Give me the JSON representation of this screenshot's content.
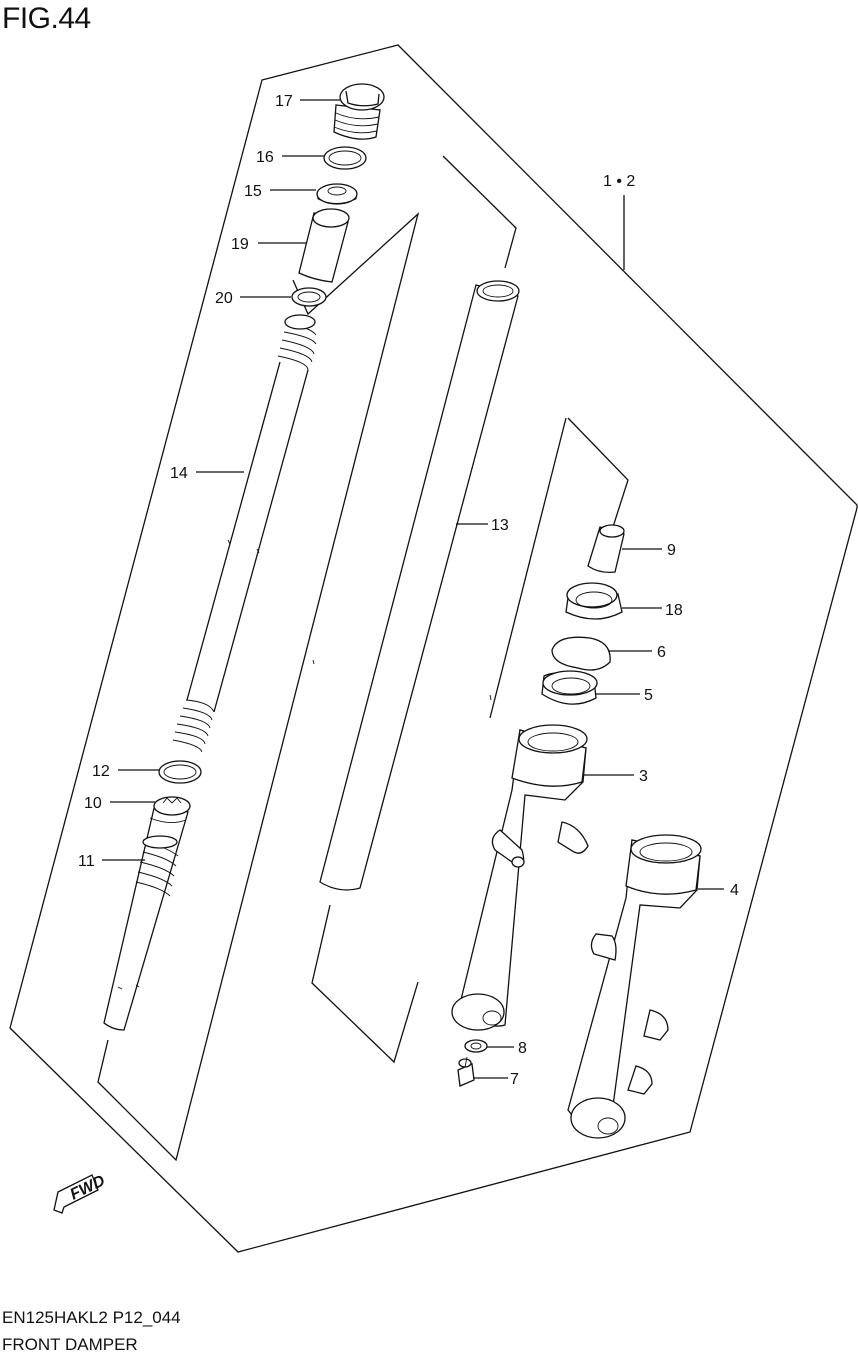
{
  "figure": {
    "title": "FIG.44"
  },
  "footer": {
    "model_code": "EN125HAKL2 P12_044",
    "section_name": "FRONT DAMPER"
  },
  "fwd_badge": {
    "text": "FWD"
  },
  "callouts": [
    {
      "id": "17",
      "label": "17"
    },
    {
      "id": "16",
      "label": "16"
    },
    {
      "id": "15",
      "label": "15"
    },
    {
      "id": "19",
      "label": "19"
    },
    {
      "id": "20",
      "label": "20"
    },
    {
      "id": "14",
      "label": "14"
    },
    {
      "id": "12",
      "label": "12"
    },
    {
      "id": "10",
      "label": "10"
    },
    {
      "id": "11",
      "label": "11"
    },
    {
      "id": "13",
      "label": "13"
    },
    {
      "id": "1-2",
      "label": "1 • 2"
    },
    {
      "id": "9",
      "label": "9"
    },
    {
      "id": "18",
      "label": "18"
    },
    {
      "id": "6",
      "label": "6"
    },
    {
      "id": "5",
      "label": "5"
    },
    {
      "id": "3",
      "label": "3"
    },
    {
      "id": "4",
      "label": "4"
    },
    {
      "id": "8",
      "label": "8"
    },
    {
      "id": "7",
      "label": "7"
    }
  ]
}
